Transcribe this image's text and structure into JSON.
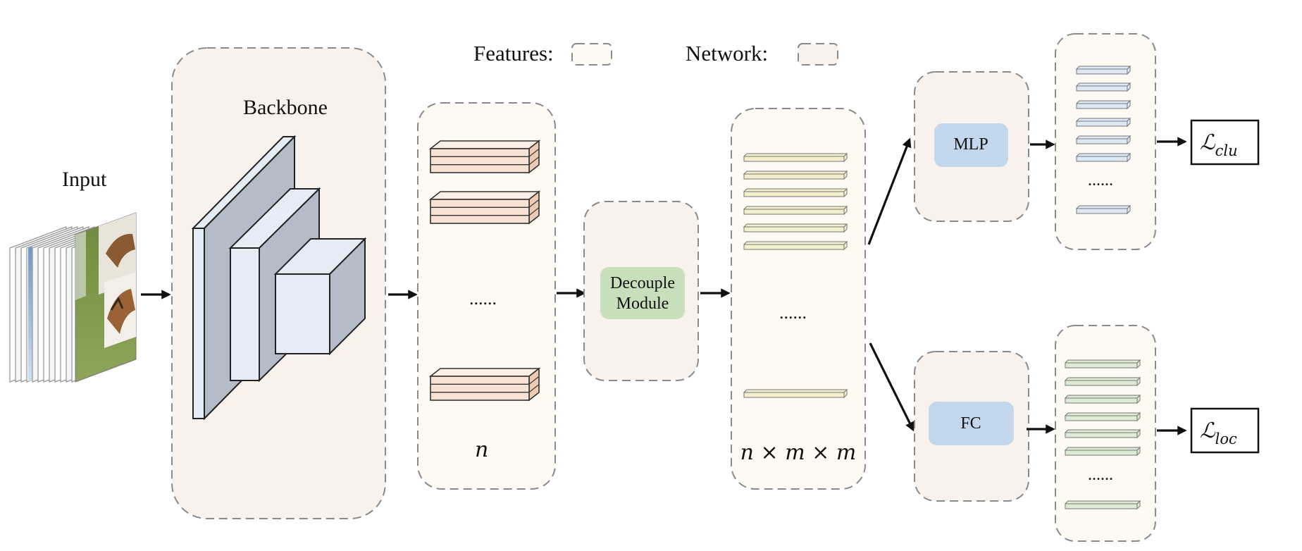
{
  "legend": {
    "features_label": "Features:",
    "network_label": "Network:"
  },
  "input": {
    "label": "Input"
  },
  "backbone": {
    "label": "Backbone"
  },
  "features_stack": {
    "ellipsis": "......",
    "count_label": "n"
  },
  "decouple": {
    "line1": "Decouple",
    "line2": "Module"
  },
  "decoupled_features": {
    "ellipsis": "......",
    "size_label": "n × m × m"
  },
  "mlp_branch": {
    "label": "MLP",
    "ellipsis": "......",
    "loss_main": "ℒ",
    "loss_sub": "clu"
  },
  "fc_branch": {
    "label": "FC",
    "ellipsis": "......",
    "loss_main": "ℒ",
    "loss_sub": "loc"
  },
  "colors": {
    "network_fill": "#f8f1ec",
    "feature_fill": "#fdfaf3",
    "dashed_border": "#8a8a8a",
    "backbone_gray": "#b3bcc7",
    "backbone_light": "#e4ecf6",
    "feature_block": "#f7e2d3",
    "decouple_green": "#c7dfbb",
    "mlp_fc_blue": "#c3d7ec",
    "bar_yellow": "#f5eecc",
    "bar_blue": "#dde8f5",
    "bar_green": "#dcebd3"
  }
}
